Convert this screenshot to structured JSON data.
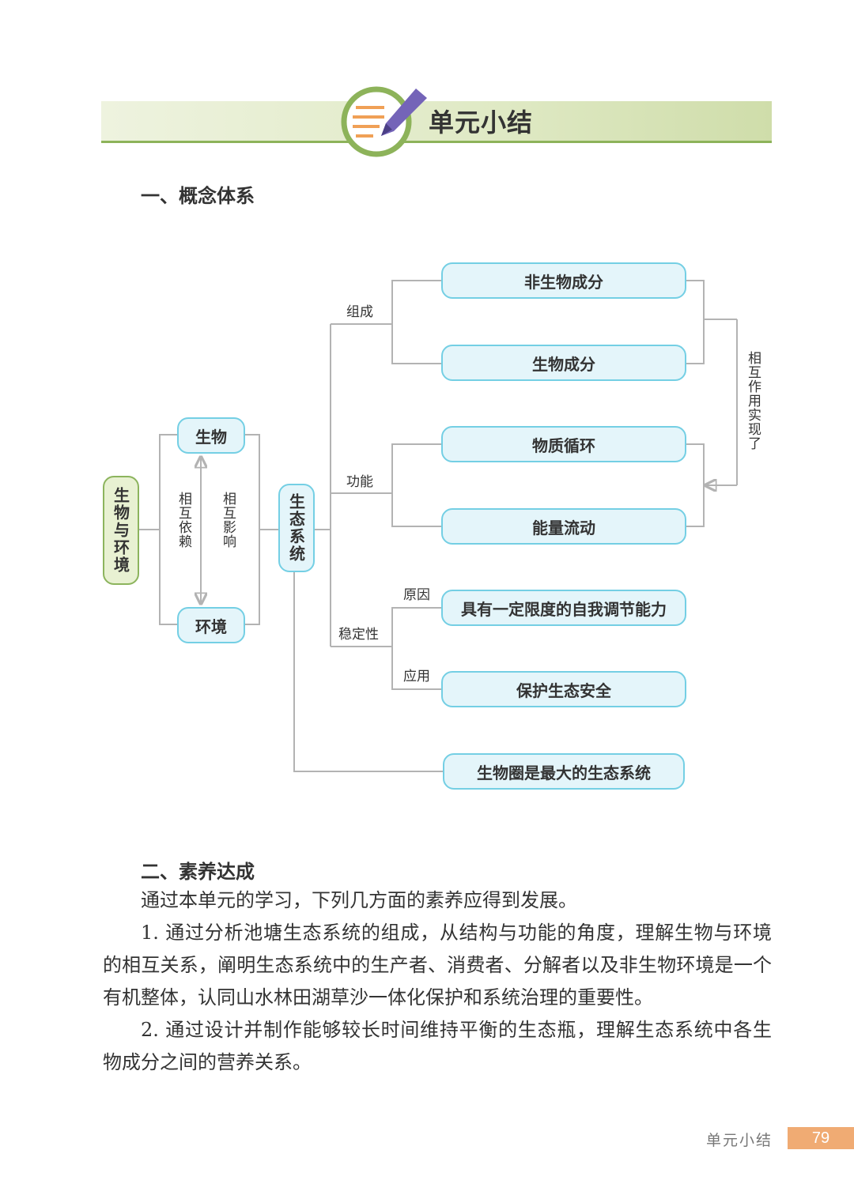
{
  "header": {
    "title": "单元小结",
    "icon": "pencil-notes-icon"
  },
  "section1": {
    "title": "一、概念体系"
  },
  "concept_map": {
    "root": "生物与环境",
    "organism": "生物",
    "environment": "环境",
    "label_dependence": "相互依赖",
    "label_influence": "相互影响",
    "ecosystem": "生态系统",
    "branch_composition": "组成",
    "abiotic": "非生物成分",
    "biotic": "生物成分",
    "branch_function": "功能",
    "material_cycle": "物质循环",
    "energy_flow": "能量流动",
    "interaction_label": "相互作用实现了",
    "branch_stability": "稳定性",
    "label_reason": "原因",
    "self_regulation": "具有一定限度的自我调节能力",
    "label_application": "应用",
    "protect_ecosafety": "保护生态安全",
    "biosphere": "生物圈是最大的生态系统"
  },
  "section2": {
    "title": "二、素养达成",
    "intro": "通过本单元的学习，下列几方面的素养应得到发展。",
    "item1": "1. 通过分析池塘生态系统的组成，从结构与功能的角度，理解生物与环境的相互关系，阐明生态系统中的生产者、消费者、分解者以及非生物环境是一个有机整体，认同山水林田湖草沙一体化保护和系统治理的重要性。",
    "item2": "2. 通过设计并制作能够较长时间维持平衡的生态瓶，理解生态系统中各生物成分之间的营养关系。"
  },
  "footer": {
    "label": "单元小结",
    "page": "79"
  },
  "colors": {
    "node_border": "#74cfe4",
    "node_fill": "#e4f5fa",
    "root_border": "#8cb45d",
    "root_fill": "#e8f1d2",
    "page_badge": "#f0ab73",
    "banner_line": "#8db35a"
  }
}
